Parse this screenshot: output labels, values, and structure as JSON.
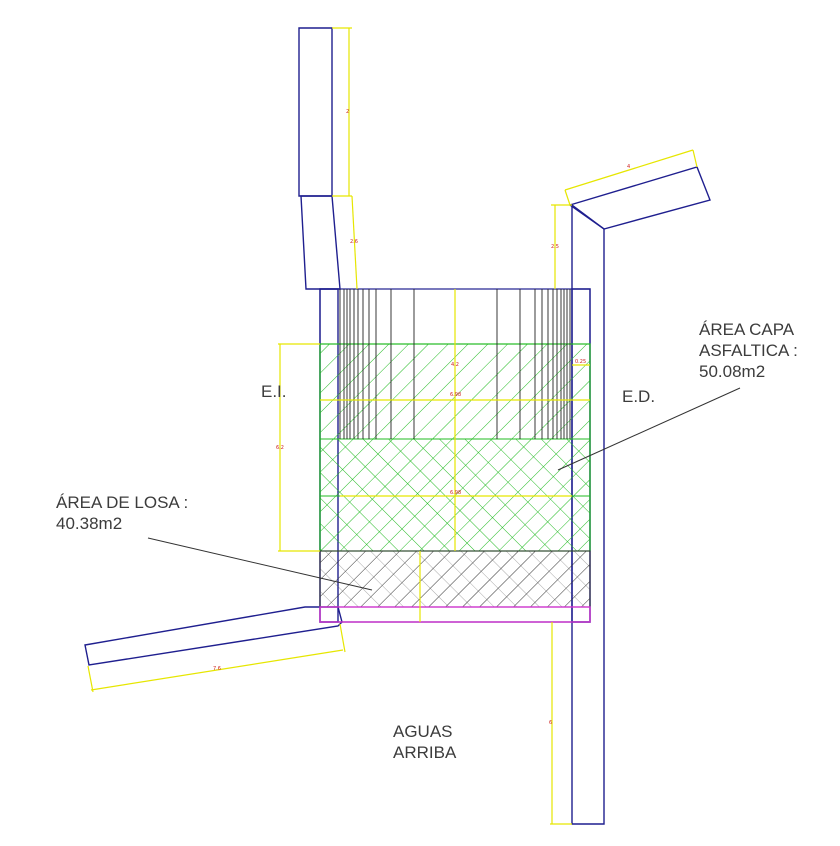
{
  "labels": {
    "left_wing": "E.I.",
    "right_wing": "E.D.",
    "asphalt_area_title_1": "ÁREA CAPA",
    "asphalt_area_title_2": "ASFALTICA :",
    "asphalt_area_value": "50.08m2",
    "slab_area_title": "ÁREA DE LOSA :",
    "slab_area_value": "40.38m2",
    "upstream_1": "AGUAS",
    "upstream_2": "ARRIBA"
  },
  "dimensions": {
    "left_wing_top": "2",
    "left_wing_mid": "2.6",
    "left_height": "6.2",
    "left_wing_bottom": "7.6",
    "right_wing_top": "4",
    "right_wing_mid": "2.5",
    "right_offset": "0.25",
    "right_wing_bottom": "6",
    "center_top": "4.2",
    "center_mid": "6.98",
    "center_low": "6.98"
  },
  "colors": {
    "wall_outline": "#1f1f8f",
    "dimension": "#e6e600",
    "asphalt_hatch": "#22bb22",
    "slab_hatch": "#333333",
    "edge_beam": "#cc33cc",
    "label_text": "#3c3c3c",
    "dimension_text": "#cc2222"
  }
}
